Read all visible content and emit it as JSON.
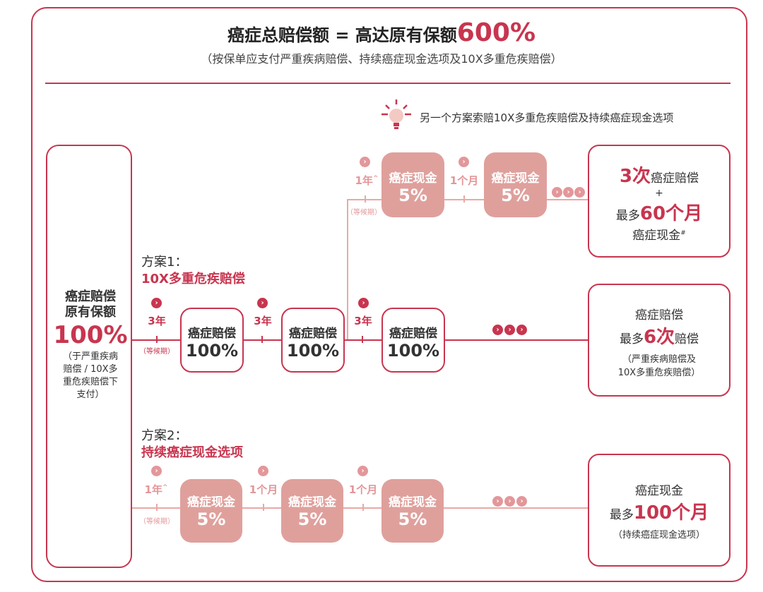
{
  "header": {
    "title_prefix": "癌症总赔偿额 = 高达原有保额",
    "title_highlight": "600%",
    "subtitle": "（按保单应支付严重疾病赔偿、持续癌症现金选项及10X多重危疾赔偿）"
  },
  "tip": {
    "icon": "lightbulb-icon",
    "text": "另一个方案索赔10X多重危疾赔偿及持续癌症现金选项"
  },
  "left_box": {
    "line1": "癌症赔偿",
    "line2": "原有保额",
    "percent": "100%",
    "note_lines": [
      "（于严重疾病",
      "赔偿 / 10X多",
      "重危疾赔偿下",
      "支付）"
    ]
  },
  "plan1": {
    "label": "方案1：",
    "name": "10X多重危疾赔偿"
  },
  "plan2": {
    "label": "方案2：",
    "name": "持续癌症现金选项"
  },
  "waiting_label": "（等候期）",
  "row_alt": {
    "intervals": [
      "1年",
      "1个月"
    ],
    "interval_mark": "^",
    "nodes": [
      {
        "title": "癌症现金",
        "value": "5%"
      },
      {
        "title": "癌症现金",
        "value": "5%"
      }
    ]
  },
  "row_plan1": {
    "intervals": [
      "3年",
      "3年",
      "3年"
    ],
    "nodes": [
      {
        "title": "癌症赔偿",
        "value": "100%"
      },
      {
        "title": "癌症赔偿",
        "value": "100%"
      },
      {
        "title": "癌症赔偿",
        "value": "100%"
      }
    ]
  },
  "row_plan2": {
    "intervals": [
      "1年",
      "1个月",
      "1个月"
    ],
    "interval_mark": "^",
    "nodes": [
      {
        "title": "癌症现金",
        "value": "5%"
      },
      {
        "title": "癌症现金",
        "value": "5%"
      },
      {
        "title": "癌症现金",
        "value": "5%"
      }
    ]
  },
  "result_alt": {
    "num1": "3次",
    "text1": "癌症赔偿",
    "plus": "+",
    "prefix2": "最多",
    "num2": "60个月",
    "text3": "癌症现金",
    "mark3": "#"
  },
  "result_plan1": {
    "line1": "癌症赔偿",
    "prefix2": "最多",
    "num2": "6次",
    "suffix2": "赔偿",
    "note1": "（严重疾病赔偿及",
    "note2": "10X多重危疾赔偿）"
  },
  "result_plan2": {
    "line1": "癌症现金",
    "prefix2": "最多",
    "num2": "100个月",
    "note1": "（持续癌症现金选项）"
  },
  "chevron_glyph": "›",
  "colors": {
    "accent": "#c8354f",
    "node_fill": "#dfa09c",
    "light_line": "#e8a9a6"
  }
}
